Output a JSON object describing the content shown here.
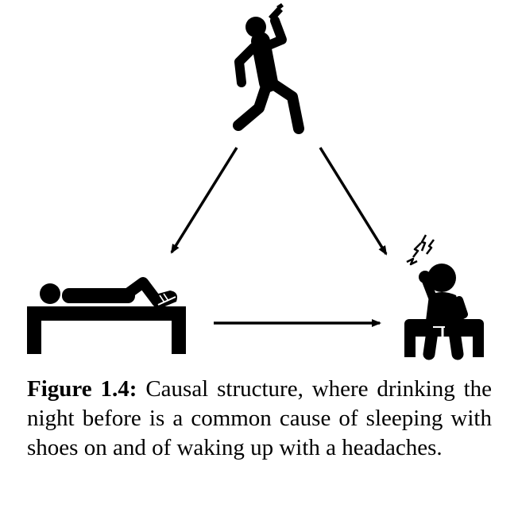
{
  "figure": {
    "label": "Figure 1.4:",
    "caption": "Causal structure, where drinking the night before is a common cause of sleeping with shoes on and of waking up with a headaches."
  },
  "nodes": [
    {
      "id": "drinking",
      "icon": "drinking-person-icon"
    },
    {
      "id": "sleeping-with-shoes",
      "icon": "sleeping-with-shoes-icon"
    },
    {
      "id": "headache",
      "icon": "headache-person-icon"
    }
  ],
  "edges": [
    {
      "from": "drinking",
      "to": "sleeping-with-shoes"
    },
    {
      "from": "drinking",
      "to": "headache"
    },
    {
      "from": "sleeping-with-shoes",
      "to": "headache"
    }
  ],
  "colors": {
    "ink": "#000000",
    "background": "#ffffff"
  }
}
